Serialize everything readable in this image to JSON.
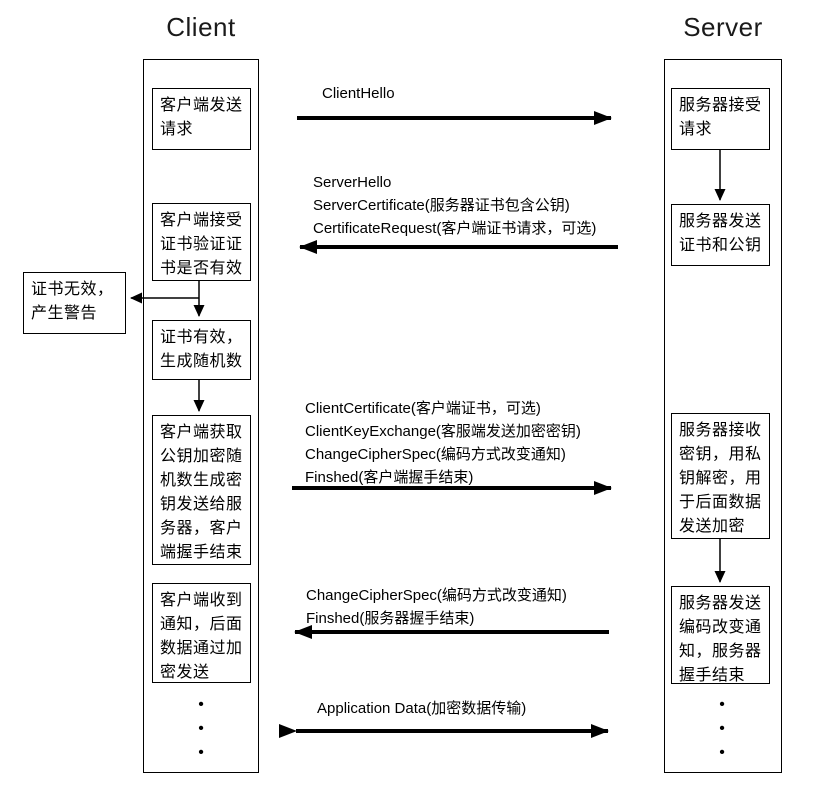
{
  "client": {
    "title": "Client",
    "box1": "客户端发送请求",
    "box2": "客户端接受证书验证证书是否有效",
    "box3": "证书有效，生成随机数",
    "box4": "客户端获取公钥加密随机数生成密钥发送给服务器，客户端握手结束",
    "box5": "客户端收到通知，后面数据通过加密发送"
  },
  "server": {
    "title": "Server",
    "box1": "服务器接受请求",
    "box2": "服务器发送证书和公钥",
    "box3": "服务器接收密钥，用私钥解密，用于后面数据发送加密",
    "box4": "服务器发送编码改变通知，服务器握手结束"
  },
  "warning_box": {
    "text": "证书无效，产生警告"
  },
  "messages": {
    "client_hello": {
      "line1": "ClientHello",
      "direction": "client-to-server"
    },
    "server_hello": {
      "line1": "ServerHello",
      "line2": "ServerCertificate(服务器证书包含公钥)",
      "line3": "CertificateRequest(客户端证书请求，可选)",
      "direction": "server-to-client"
    },
    "client_certificate": {
      "line1": "ClientCertificate(客户端证书，可选)",
      "line2": "ClientKeyExchange(客服端发送加密密钥)",
      "line3": "ChangeCipherSpec(编码方式改变通知)",
      "line4": "Finshed(客户端握手结束)",
      "direction": "client-to-server"
    },
    "change_cipher": {
      "line1": "ChangeCipherSpec(编码方式改变通知)",
      "line2": "Finshed(服务器握手结束)",
      "direction": "server-to-client"
    },
    "application_data": {
      "line1": "Application Data(加密数据传输)",
      "direction": "both"
    }
  },
  "ellipsis": {
    "dot": "•"
  },
  "colors": {
    "ink": "#000000",
    "background": "#ffffff"
  }
}
